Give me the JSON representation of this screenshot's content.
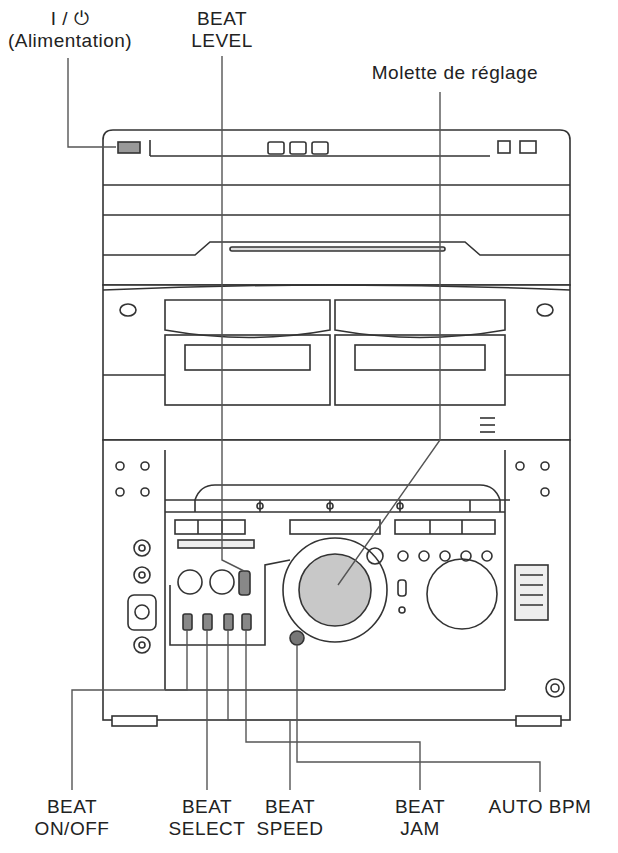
{
  "diagram": {
    "labels": [
      "I / ⏻ (Alimentation)",
      "BEAT LEVEL",
      "Molette de réglage",
      "BEAT ON/OFF",
      "BEAT SELECT",
      "BEAT SPEED",
      "BEAT JAM",
      "AUTO BPM"
    ]
  }
}
